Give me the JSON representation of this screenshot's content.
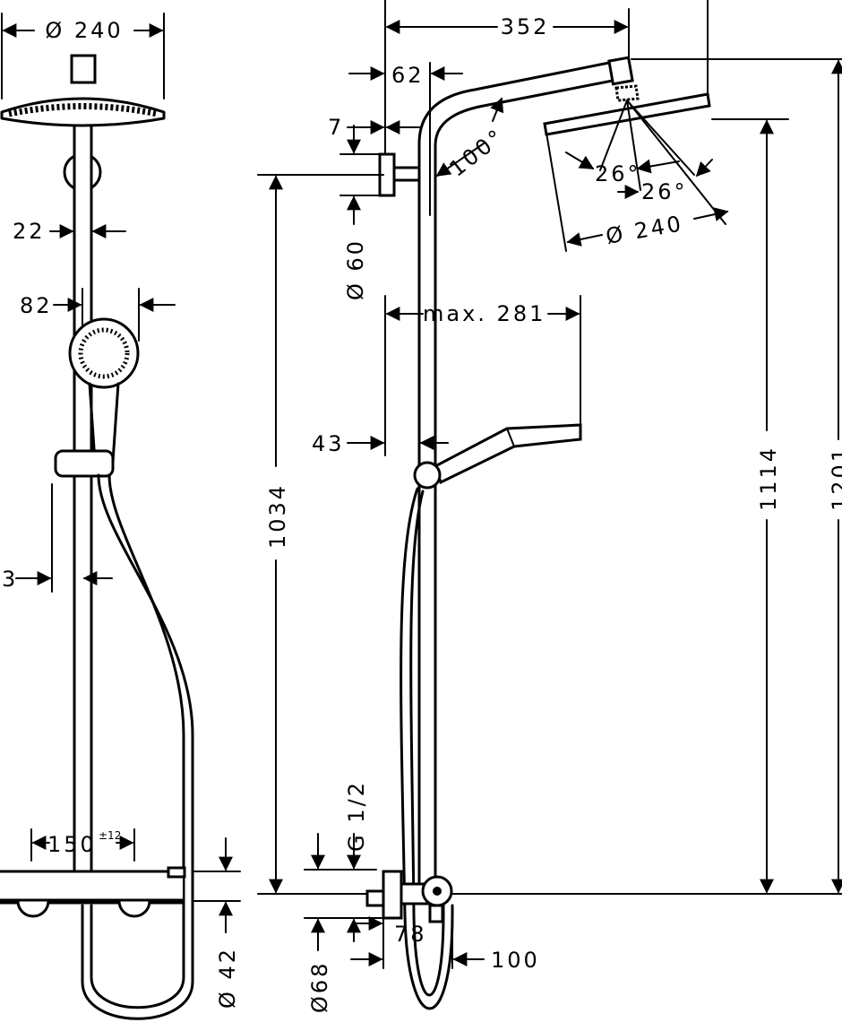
{
  "drawing": {
    "front_view": {
      "head_diameter": "Ø 240",
      "rail_diameter": "22",
      "handshower_width": "82",
      "hose_offset": "3",
      "connection_spacing": "150",
      "connection_tolerance": "±12",
      "thermostat_height": "Ø 42"
    },
    "side_view": {
      "arm_length": "352",
      "arm_offset": "62",
      "bracket_offset": "7",
      "arm_angle": "100°",
      "spray_angle_left": "26°",
      "spray_angle_right": "26°",
      "head_diameter": "Ø 240",
      "bracket_diameter": "Ø 60",
      "handshower_reach": "max. 281",
      "handshower_offset": "43",
      "rail_height": "1034",
      "head_height": "1114",
      "total_height": "1201",
      "thread": "G 1/2",
      "escutcheon_diameter": "Ø68",
      "mixer_depth": "78",
      "mixer_projection": "100"
    }
  }
}
